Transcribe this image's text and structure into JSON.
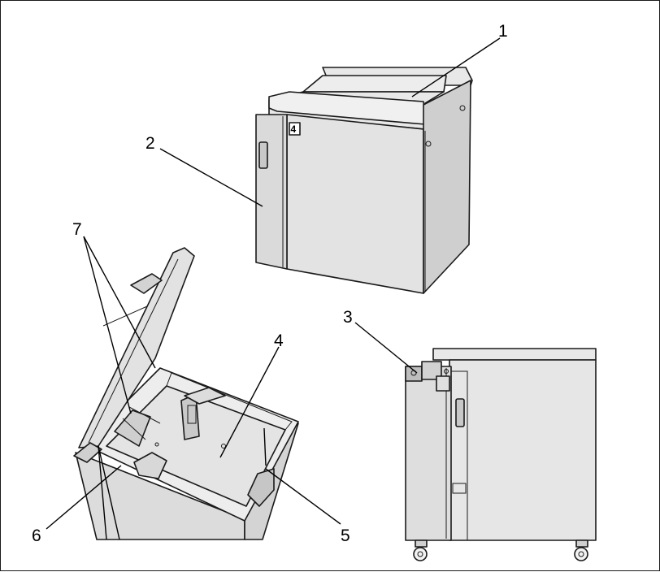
{
  "callouts": [
    {
      "id": "1",
      "text": "1"
    },
    {
      "id": "2",
      "text": "2"
    },
    {
      "id": "3",
      "text": "3"
    },
    {
      "id": "4",
      "text": "4"
    },
    {
      "id": "5",
      "text": "5"
    },
    {
      "id": "6",
      "text": "6"
    },
    {
      "id": "7",
      "text": "7"
    }
  ],
  "tray_tag": "4",
  "colors": {
    "outline": "#1a1a1a",
    "panel": "#e6e6e6",
    "panel_dark": "#cfcfcf",
    "panel_light": "#f0f0f0"
  }
}
